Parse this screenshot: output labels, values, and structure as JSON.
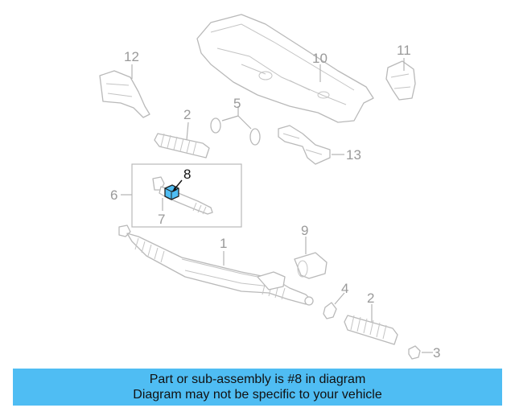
{
  "diagram": {
    "callouts": {
      "c1": "1",
      "c2a": "2",
      "c2b": "2",
      "c3": "3",
      "c4": "4",
      "c5": "5",
      "c6": "6",
      "c7": "7",
      "c8": "8",
      "c9": "9",
      "c10": "10",
      "c11": "11",
      "c12": "12",
      "c13": "13"
    },
    "highlighted_part": "8",
    "colors": {
      "line_art": "#b9b9b9",
      "callout_text": "#9a9a9a",
      "highlight_fill": "#4fbdf3",
      "highlight_callout": "#111111",
      "banner_bg": "#4fbdf3"
    }
  },
  "banner": {
    "line1": "Part or sub-assembly is #8 in diagram",
    "line2": "Diagram may not be specific to your vehicle"
  }
}
